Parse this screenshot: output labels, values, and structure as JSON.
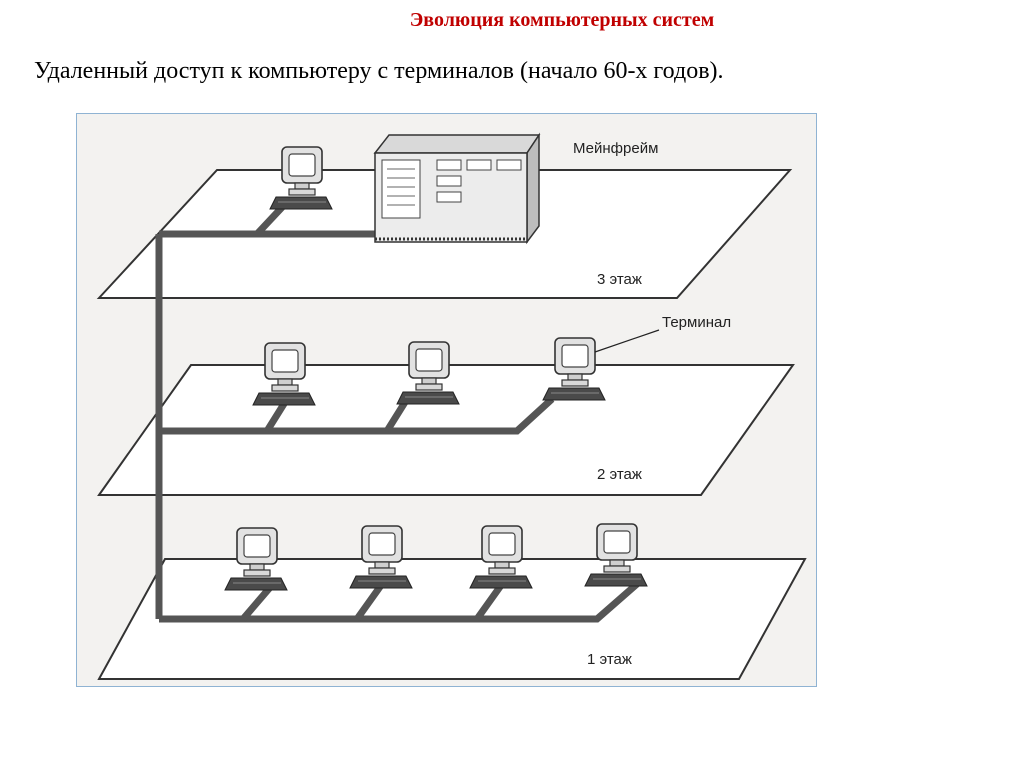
{
  "slide": {
    "title": "Эволюция компьютерных систем",
    "subtitle": "Удаленный доступ к компьютеру с терминалов (начало 60-х годов)."
  },
  "diagram": {
    "labels": {
      "mainframe": "Мейнфрейм",
      "terminal": "Терминал",
      "floor3": "3 этаж",
      "floor2": "2 этаж",
      "floor1": "1 этаж"
    },
    "terminal_counts": {
      "floor3": 1,
      "floor2": 3,
      "floor1": 4
    },
    "colors": {
      "title": "#c00000",
      "floor_fill": "#ffffff",
      "cable": "#555555",
      "frame_border": "#8fb3d3"
    }
  }
}
